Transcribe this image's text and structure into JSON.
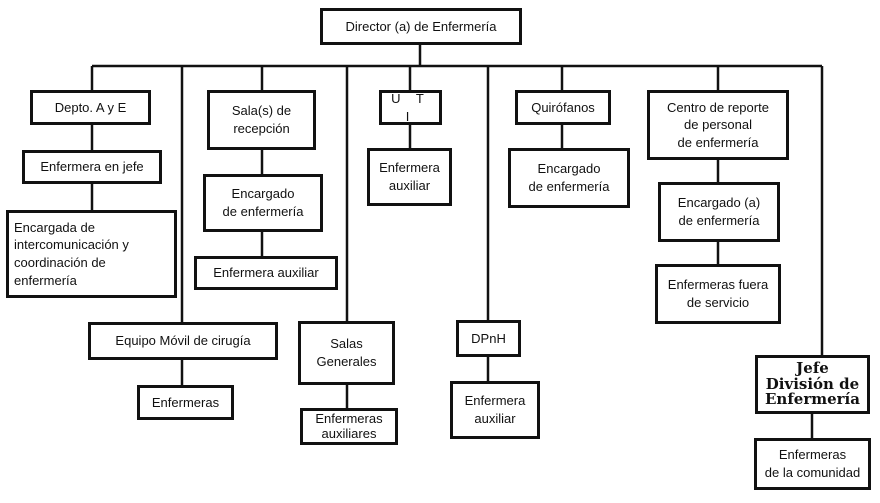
{
  "title": "Director (a) de Enfermería",
  "columns": {
    "depto": {
      "head": "Depto. A y E",
      "jefe": "Enfermera en jefe",
      "encargada": "Encargada de\nintercomunicación y\ncoordinación de\nenfermería"
    },
    "equipo": {
      "head": "Equipo Móvil de cirugía",
      "staff": "Enfermeras"
    },
    "salas_recepcion": {
      "head": "Sala(s) de\nrecepción",
      "encargado": "Encargado\nde enfermería",
      "auxiliar": "Enfermera auxiliar"
    },
    "salas_generales": {
      "head": "Salas\nGenerales",
      "staff": "Enfermeras\nauxiliares"
    },
    "uti": {
      "head": "U T I",
      "staff": "Enfermera\nauxiliar"
    },
    "dpnh": {
      "head": "DPnH",
      "staff": "Enfermera\nauxiliar"
    },
    "quirofanos": {
      "head": "Quirófanos",
      "staff": "Encargado\nde enfermería"
    },
    "centro": {
      "head": "Centro de reporte\nde personal\nde enfermería",
      "encargado": "Encargado (a)\nde enfermería",
      "fuera": "Enfermeras fuera\nde servicio"
    },
    "jefe_division": {
      "head": "Jefe\nDivisión de\nEnfermería",
      "staff": "Enfermeras\nde la comunidad"
    }
  }
}
